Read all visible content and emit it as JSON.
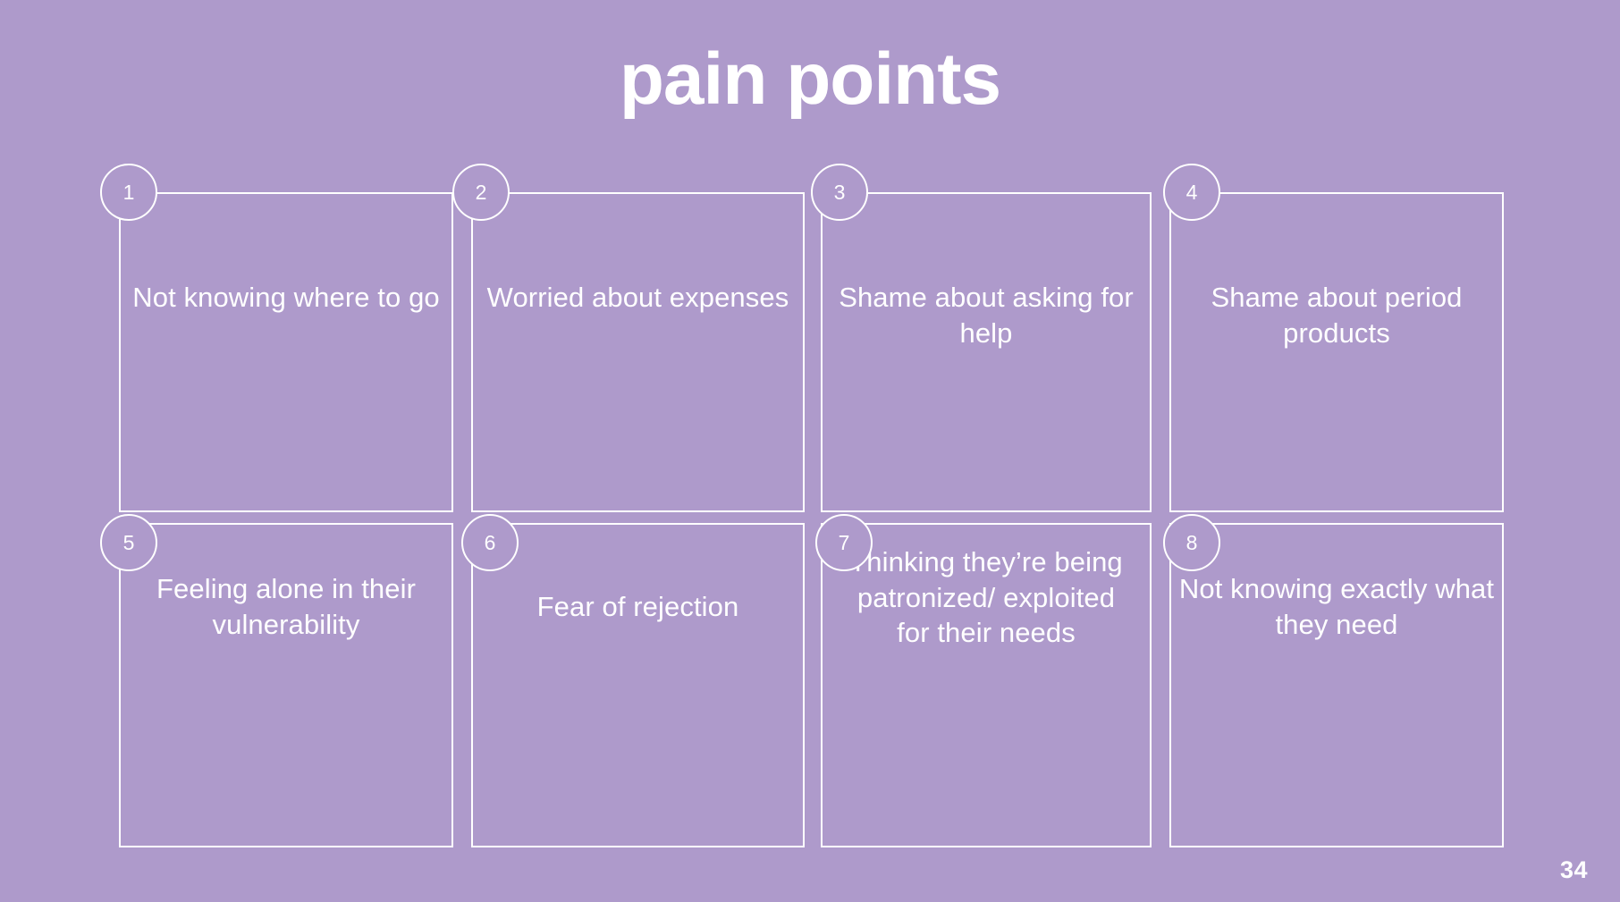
{
  "slide": {
    "title": "pain points",
    "page_number": "34",
    "background_color": "#ae9acb",
    "foreground_color": "#ffffff"
  },
  "cards": [
    {
      "number": "1",
      "text": "Not knowing where to go"
    },
    {
      "number": "2",
      "text": "Worried about expenses"
    },
    {
      "number": "3",
      "text": "Shame about asking for help"
    },
    {
      "number": "4",
      "text": "Shame about period products"
    },
    {
      "number": "5",
      "text": "Feeling alone in their vulnerability"
    },
    {
      "number": "6",
      "text": "Fear of rejection"
    },
    {
      "number": "7",
      "text": "Thinking they’re being patronized/ exploited for their needs"
    },
    {
      "number": "8",
      "text": "Not knowing exactly what they need"
    }
  ]
}
